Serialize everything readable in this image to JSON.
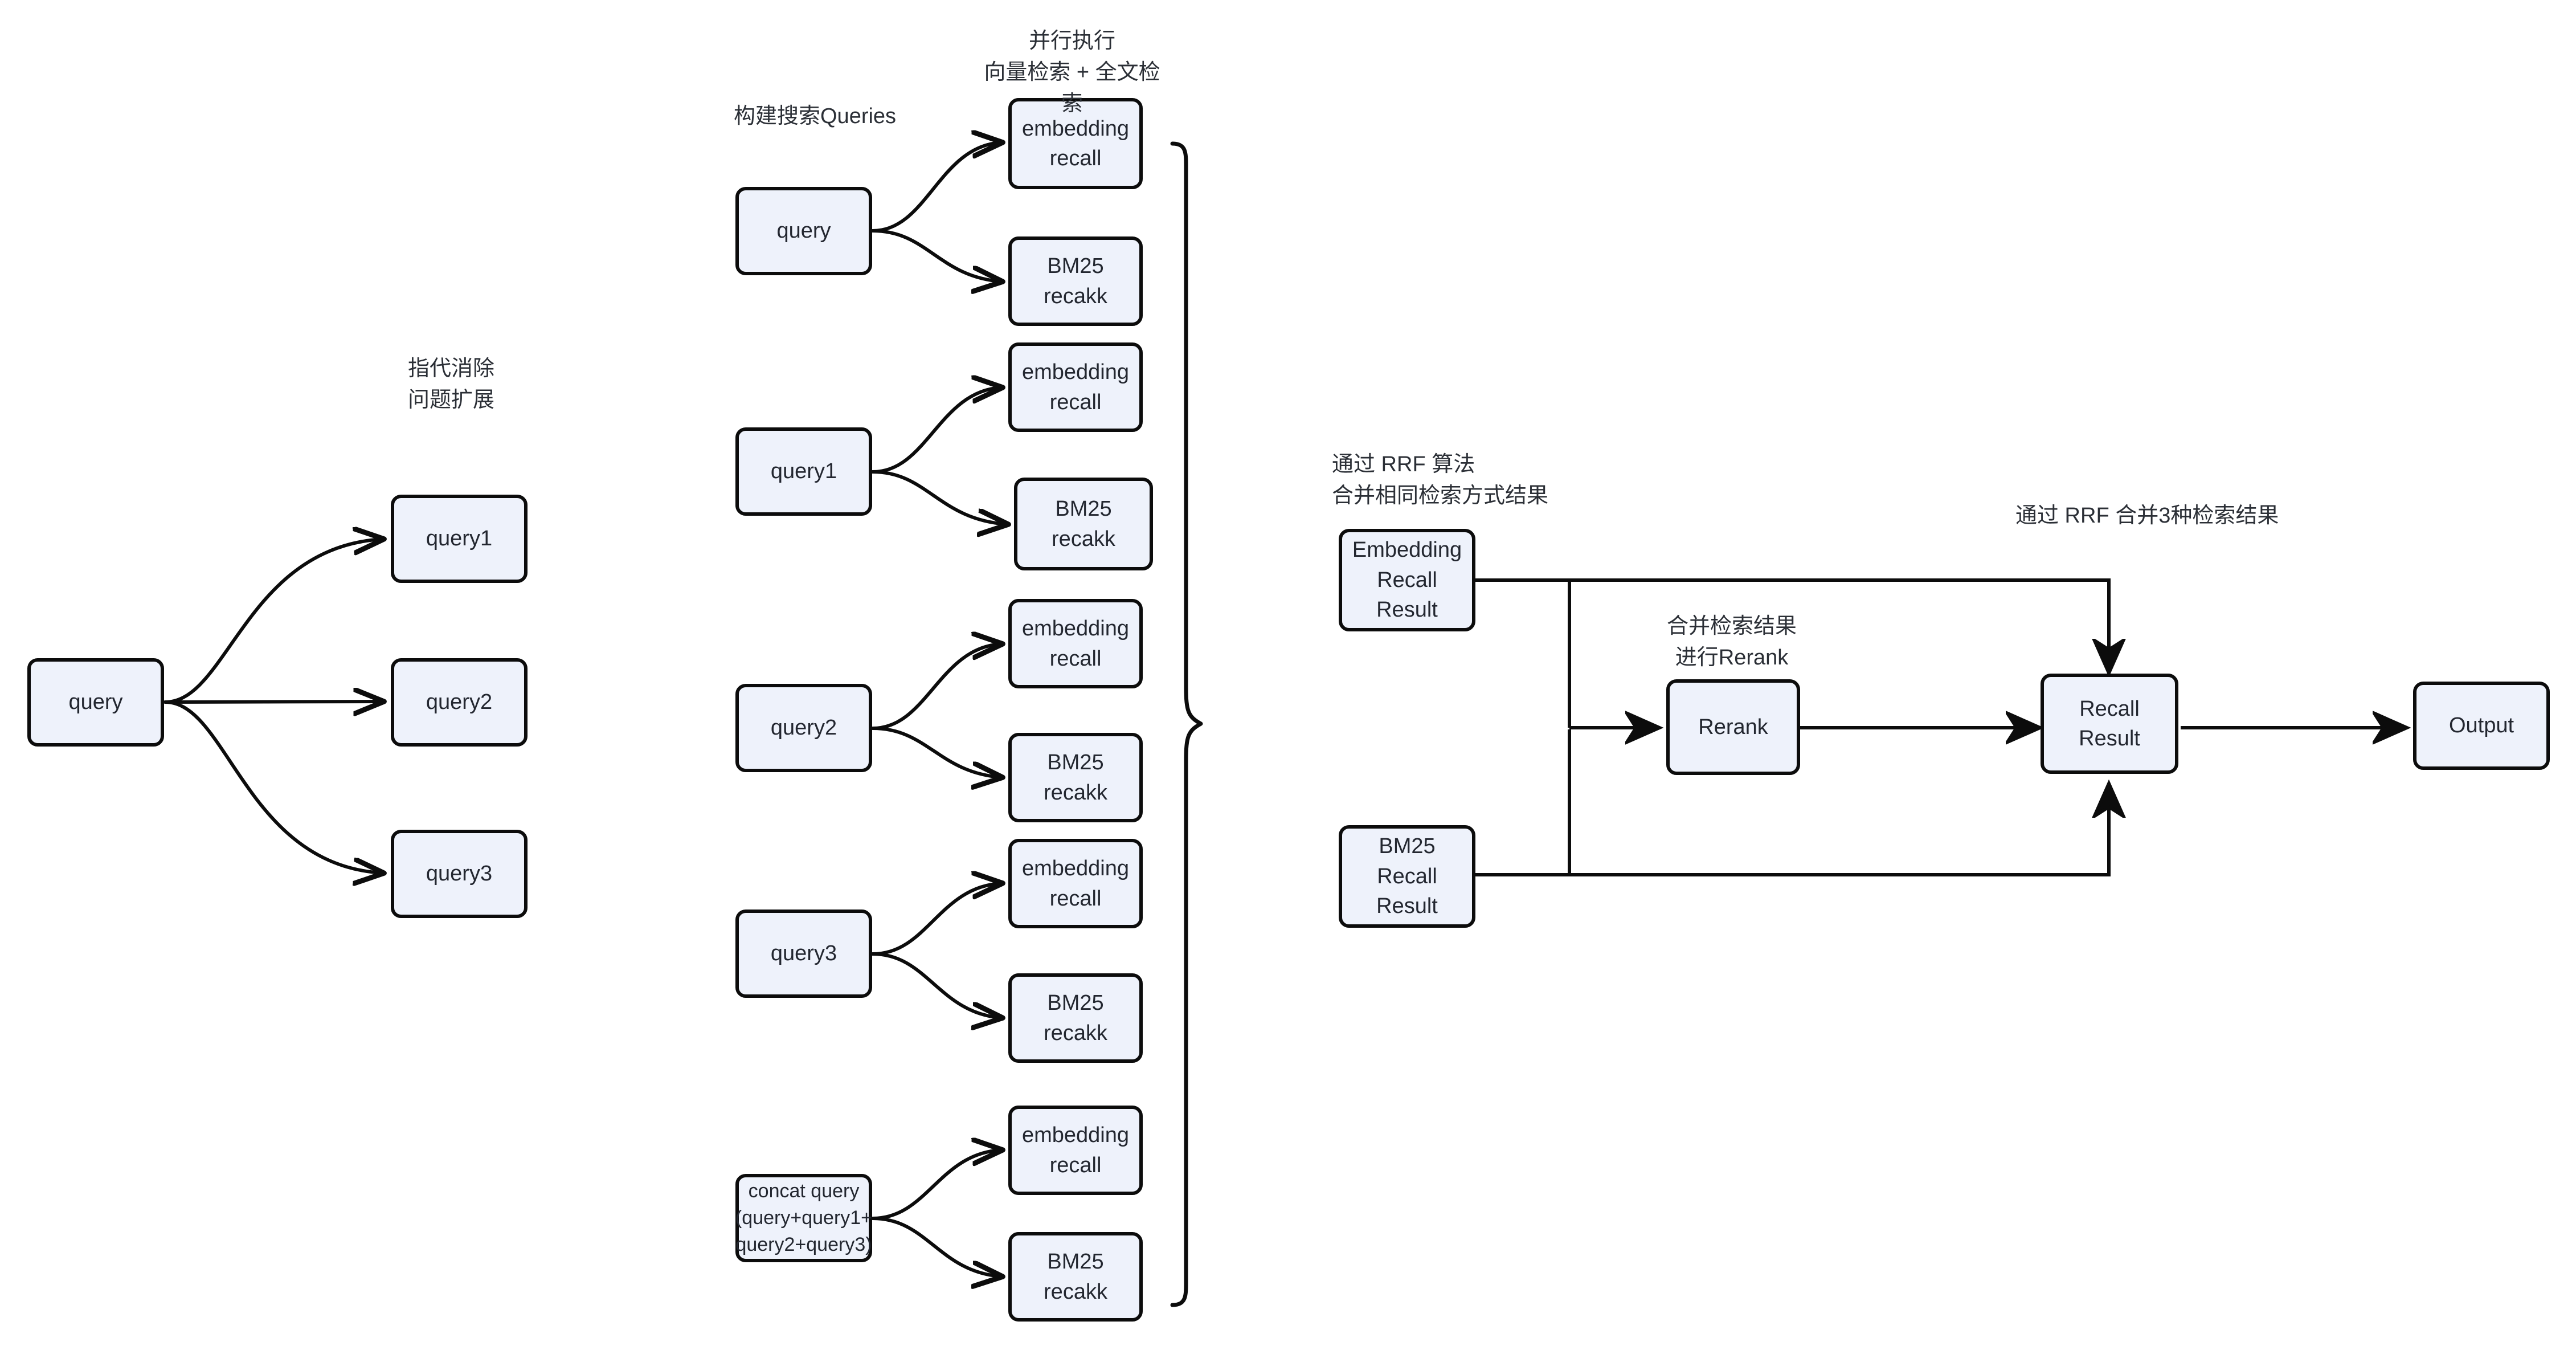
{
  "diagram": {
    "title_absent": true,
    "theme": {
      "node_fill": "#eef2fb",
      "node_stroke": "#0c0c0c",
      "text_color": "#232730",
      "edge_color": "#0c0c0c",
      "background": "#ffffff"
    },
    "annotations": {
      "stage1": "指代消除\n问题扩展",
      "stage2": "构建搜索Queries",
      "stage3": "并行执行\n向量检索 + 全文检索",
      "stage4": "通过 RRF 算法\n合并相同检索方式结果",
      "stage5": "合并检索结果\n进行Rerank",
      "stage6": "通过 RRF 合并3种检索结果"
    },
    "nodes": {
      "source_query": "query",
      "expanded": [
        "query1",
        "query2",
        "query3"
      ],
      "search_queries": [
        "query",
        "query1",
        "query2",
        "query3",
        "concat query\n(query+query1+\nquery2+query3)"
      ],
      "recall_pairs": [
        {
          "embedding": "embedding\nrecall",
          "bm25": "BM25\nrecakk"
        },
        {
          "embedding": "embedding\nrecall",
          "bm25": "BM25\nrecakk"
        },
        {
          "embedding": "embedding\nrecall",
          "bm25": "BM25\nrecakk"
        },
        {
          "embedding": "embedding\nrecall",
          "bm25": "BM25\nrecakk"
        },
        {
          "embedding": "embedding\nrecall",
          "bm25": "BM25\nrecakk"
        }
      ],
      "embedding_recall_result": "Embedding\nRecall\nResult",
      "bm25_recall_result": "BM25\nRecall\nResult",
      "rerank": "Rerank",
      "recall_result": "Recall\nResult",
      "output": "Output"
    }
  }
}
